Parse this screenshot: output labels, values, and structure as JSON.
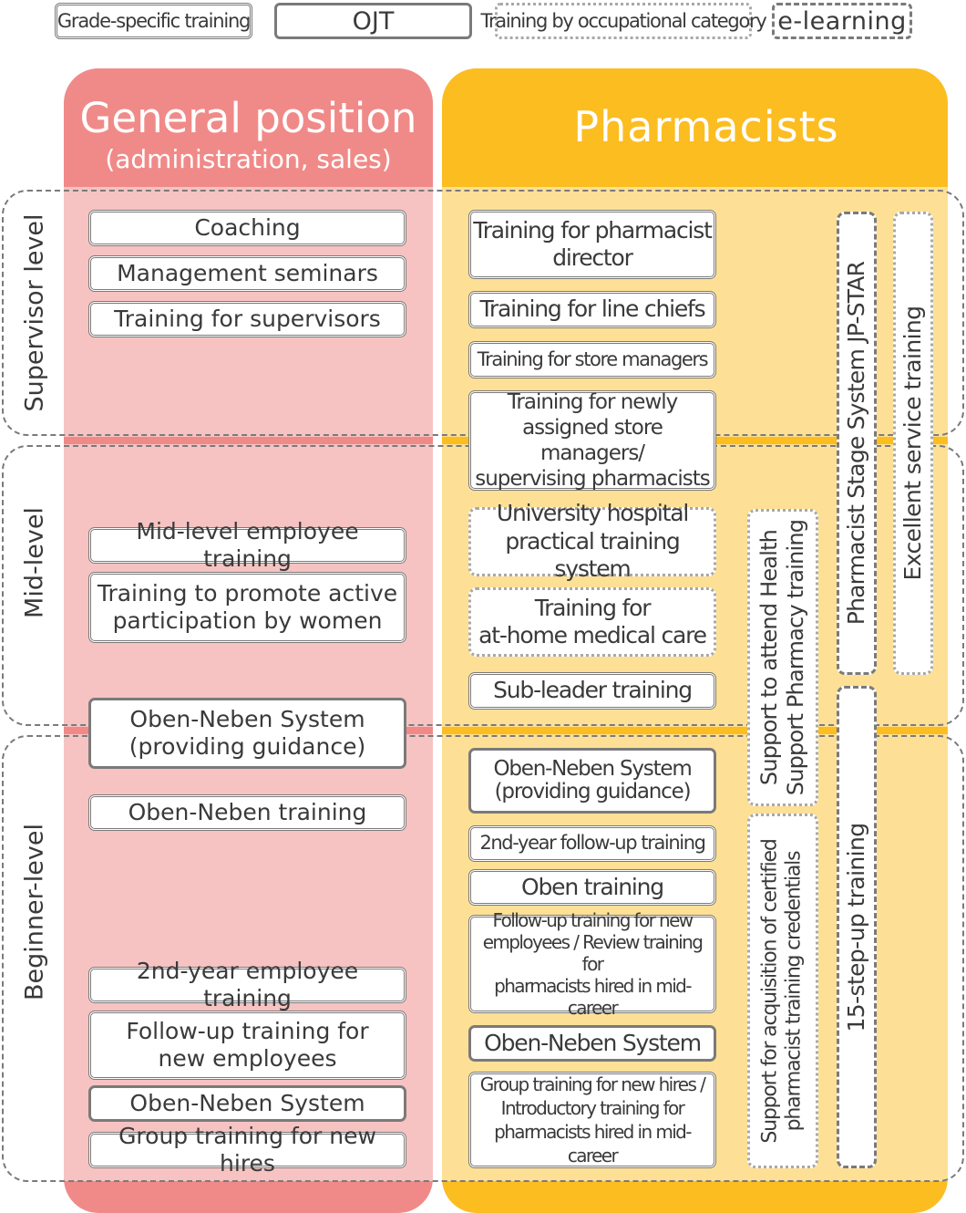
{
  "legend": {
    "grade_specific": "Grade-specific training",
    "ojt": "OJT",
    "occupational": "Training by occupational category",
    "elearning": "e-learning"
  },
  "columns": {
    "general": {
      "title": "General position",
      "subtitle": "(administration, sales)"
    },
    "pharmacists": {
      "title": "Pharmacists"
    }
  },
  "levels": {
    "supervisor": "Supervisor level",
    "mid": "Mid-level",
    "beginner": "Beginner-level"
  },
  "general_items": {
    "coaching": "Coaching",
    "management_seminars": "Management seminars",
    "training_supervisors": "Training for supervisors",
    "mid_level_training": "Mid-level employee training",
    "women_line1": "Training to promote active",
    "women_line2": "participation by women",
    "oben_guidance_line1": "Oben-Neben System",
    "oben_guidance_line2": "(providing guidance)",
    "oben_neben_training": "Oben-Neben training",
    "second_year": "2nd-year employee training",
    "followup_line1": "Follow-up training for",
    "followup_line2": "new employees",
    "oben_neben_system": "Oben-Neben System",
    "group_new_hires": "Group training for new hires"
  },
  "pharmacist_items": {
    "director_line1": "Training for pharmacist",
    "director_line2": "director",
    "line_chiefs": "Training for line chiefs",
    "store_managers": "Training for store managers",
    "new_mgr_line1": "Training for newly",
    "new_mgr_line2": "assigned store managers/",
    "new_mgr_line3": "supervising pharmacists",
    "univ_line1": "University hospital",
    "univ_line2": "practical training system",
    "home_line1": "Training for",
    "home_line2": "at-home medical care",
    "sub_leader": "Sub-leader training",
    "oben_guidance_line1": "Oben-Neben System",
    "oben_guidance_line2": "(providing guidance)",
    "second_year_followup": "2nd-year follow-up training",
    "oben_training": "Oben training",
    "followup_line1": "Follow-up training for new",
    "followup_line2": "employees / Review training for",
    "followup_line3": "pharmacists hired in mid-career",
    "oben_neben_system": "Oben-Neben System",
    "group_line1": "Group training for new hires /",
    "group_line2": "Introductory training for",
    "group_line3": "pharmacists hired in mid-career"
  },
  "vertical_items": {
    "health_support_line1": "Support to attend Health",
    "health_support_line2": "Support Pharmacy training",
    "certified_line1": "Support for acquisition of certified",
    "certified_line2": "pharmacist training credentials",
    "jp_star": "Pharmacist Stage System JP-STAR",
    "fifteen_step": "15-step-up training",
    "excellent_service": "Excellent service training"
  },
  "colors": {
    "general_dark": "#f08a88",
    "general_light": "#f6c3c2",
    "pharm_dark": "#fcbd21",
    "pharm_light": "#fde095",
    "border": "#7a7a7a"
  }
}
